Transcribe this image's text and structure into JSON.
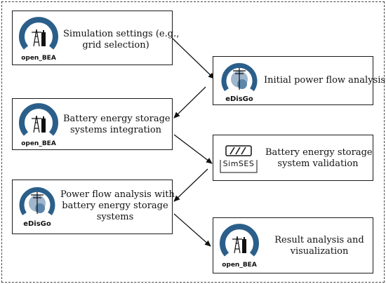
{
  "boxes": [
    {
      "id": "sim",
      "lines": [
        "Simulation settings (e.g.,",
        "grid selection)"
      ],
      "logo": "open_BEA"
    },
    {
      "id": "ipf",
      "lines": [
        "Initial power flow analysis"
      ],
      "logo": "eDisGo"
    },
    {
      "id": "bess",
      "lines": [
        "Battery energy storage",
        "systems integration"
      ],
      "logo": "open_BEA"
    },
    {
      "id": "val",
      "lines": [
        "Battery energy storage",
        "system validation"
      ],
      "logo": "SimSES"
    },
    {
      "id": "pfa",
      "lines": [
        "Power flow analysis with",
        "battery energy storage",
        "systems"
      ],
      "logo": "eDisGo"
    },
    {
      "id": "res",
      "lines": [
        "Result analysis and",
        "visualization"
      ],
      "logo": "open_BEA"
    }
  ],
  "colors": {
    "logo_blue": "#2b5f8a",
    "logo_light": "#9fb6cc",
    "border": "#1a1a1a"
  }
}
